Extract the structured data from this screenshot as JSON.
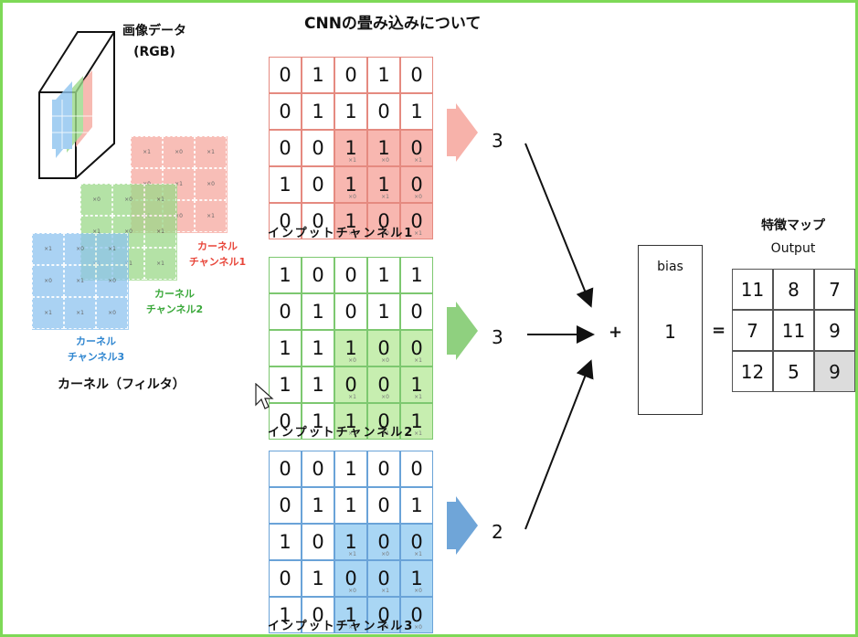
{
  "title": "CNNの畳み込みについて",
  "image_data": {
    "line1": "画像データ",
    "line2": "(RGB)"
  },
  "kernels": {
    "caption": "カーネル（フィルタ）",
    "red": {
      "line1": "カーネル",
      "line2": "チャンネル1",
      "color": "#e8463a"
    },
    "green": {
      "line1": "カーネル",
      "line2": "チャンネル2",
      "color": "#3aa83a"
    },
    "blue": {
      "line1": "カーネル",
      "line2": "チャンネル3",
      "color": "#2f86d0"
    }
  },
  "inputs": [
    {
      "label": "インプットチャンネル1",
      "result": "3",
      "rows": [
        [
          "0",
          "1",
          "0",
          "1",
          "0"
        ],
        [
          "0",
          "1",
          "1",
          "0",
          "1"
        ],
        [
          "0",
          "0",
          "1",
          "1",
          "0"
        ],
        [
          "1",
          "0",
          "1",
          "1",
          "0"
        ],
        [
          "0",
          "0",
          "1",
          "0",
          "0"
        ]
      ],
      "weights": [
        [
          "×1",
          "×0",
          "×1"
        ],
        [
          "×0",
          "×1",
          "×0"
        ],
        [
          "×1",
          "×0",
          "×1"
        ]
      ]
    },
    {
      "label": "インプットチャンネル2",
      "result": "3",
      "rows": [
        [
          "1",
          "0",
          "0",
          "1",
          "1"
        ],
        [
          "0",
          "1",
          "0",
          "1",
          "0"
        ],
        [
          "1",
          "1",
          "1",
          "0",
          "0"
        ],
        [
          "1",
          "1",
          "0",
          "0",
          "1"
        ],
        [
          "0",
          "1",
          "1",
          "0",
          "1"
        ]
      ],
      "weights": [
        [
          "×0",
          "×0",
          "×1"
        ],
        [
          "×1",
          "×0",
          "×1"
        ],
        [
          "×1",
          "×1",
          "×1"
        ]
      ]
    },
    {
      "label": "インプットチャンネル3",
      "result": "2",
      "rows": [
        [
          "0",
          "0",
          "1",
          "0",
          "0"
        ],
        [
          "0",
          "1",
          "1",
          "0",
          "1"
        ],
        [
          "1",
          "0",
          "1",
          "0",
          "0"
        ],
        [
          "0",
          "1",
          "0",
          "0",
          "1"
        ],
        [
          "1",
          "0",
          "1",
          "0",
          "0"
        ]
      ],
      "weights": [
        [
          "×1",
          "×0",
          "×1"
        ],
        [
          "×0",
          "×1",
          "×0"
        ],
        [
          "×1",
          "×1",
          "×0"
        ]
      ]
    }
  ],
  "bias": {
    "label": "bias",
    "value": "1"
  },
  "operators": {
    "plus": "+",
    "equals": "="
  },
  "output": {
    "title": "特徴マップ",
    "subtitle": "Output",
    "values": [
      [
        "11",
        "8",
        "7"
      ],
      [
        "7",
        "11",
        "9"
      ],
      [
        "12",
        "5",
        "9"
      ]
    ],
    "highlight": [
      2,
      2
    ]
  }
}
